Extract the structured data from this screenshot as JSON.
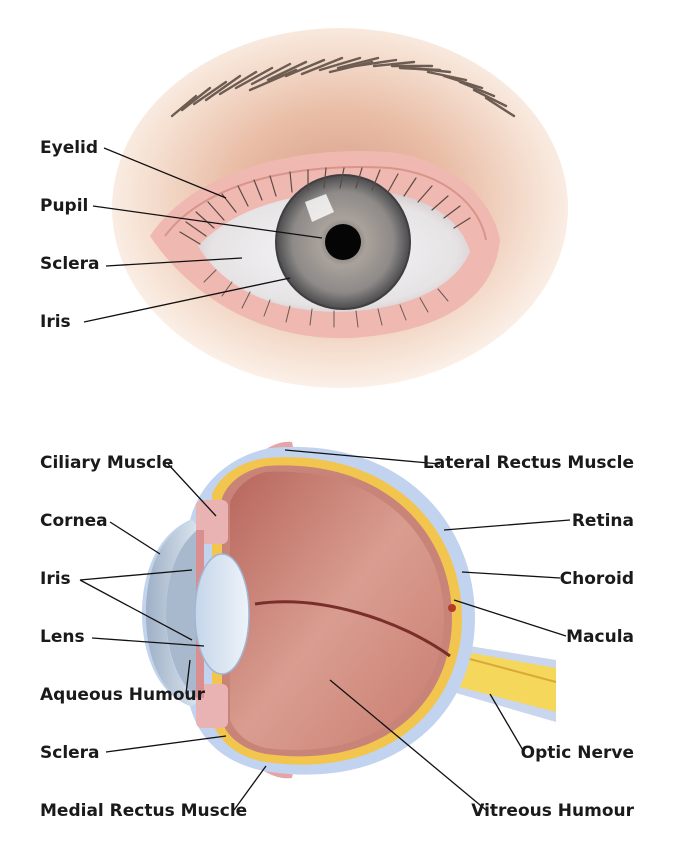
{
  "external_eye": {
    "labels": {
      "eyelid": "Eyelid",
      "pupil": "Pupil",
      "sclera": "Sclera",
      "iris": "Iris"
    }
  },
  "cross_section": {
    "labels": {
      "ciliary_muscle": "Ciliary Muscle",
      "cornea": "Cornea",
      "iris": "Iris",
      "lens": "Lens",
      "aqueous_humour": "Aqueous Humour",
      "sclera": "Sclera",
      "medial_rectus_muscle": "Medial Rectus Muscle",
      "lateral_rectus_muscle": "Lateral Rectus Muscle",
      "retina": "Retina",
      "choroid": "Choroid",
      "macula": "Macula",
      "optic_nerve": "Optic Nerve",
      "vitreous_humour": "Vitreous Humour"
    }
  },
  "colors": {
    "skin": "#f3d9c6",
    "sclera": "#bcd0ea",
    "choroid": "#f2c64e",
    "vitreous": "#cf8a7c",
    "iris": "#8d8d8d",
    "lens": "#dbe7f3"
  }
}
